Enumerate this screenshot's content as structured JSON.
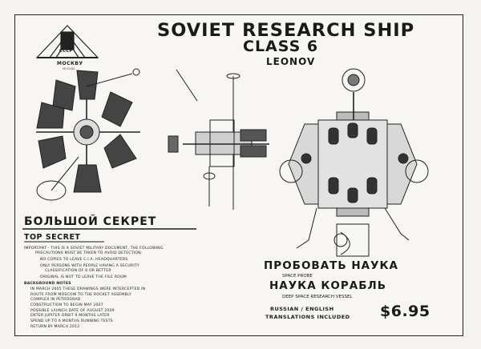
{
  "title": {
    "line1": "SOVIET RESEARCH SHIP",
    "line2": "CLASS 6",
    "line3": "LEONOV"
  },
  "logo": {
    "cccp": "CCCP",
    "city": "МОСКВУ",
    "sub": "МОСКВА"
  },
  "secret": {
    "russian": "БОЛЬШОЙ СЕКРЕТ",
    "english": "TOP SECRET"
  },
  "important": {
    "lines": [
      "IMPORTANT - THIS IS A SOVIET MILITARY DOCUMENT, THE FOLLOWING",
      "PRECAUTIONS MUST BE TAKEN TO AVOID DETECTION:",
      "NO COPIES TO LEAVE C.I.A. HEADQUARTERS",
      "ONLY PERSONS WITH PEOPLE HAVING A SECURITY",
      "CLASSIFICATION OF 8 OR BETTER",
      "ORIGINAL IS NOT TO LEAVE THE FILE ROOM"
    ]
  },
  "background": {
    "heading": "BACKGROUND NOTES",
    "lines": [
      "IN MARCH 2005 THESE DRAWINGS WERE INTERCEPTED IN",
      "ROUTE FROM MOSCOW TO THE ROCKET ASSEMBLY",
      "COMPLEX IN PETROGRAD",
      "CONSTRUCTION TO BEGIN MAY 2007",
      "POSSIBLE LAUNCH DATE OF AUGUST 2009",
      "ENTER JUPITER ORBIT 9 MONTHS LATER",
      "SPEND UP TO 6 MONTHS RUNNING TESTS",
      "RETURN BY MARCH 2012"
    ]
  },
  "probe": {
    "russian": "ПРОБОВАТЬ НАУКА",
    "english": "SPACE PROBE"
  },
  "vessel": {
    "russian": "НАУКА КОРАБЛЬ",
    "english": "DEEP SPACE RESEARCH VESSEL"
  },
  "translations": {
    "line1": "RUSSIAN / ENGLISH",
    "line2": "TRANSLATIONS INCLUDED"
  },
  "price": "$6.95"
}
